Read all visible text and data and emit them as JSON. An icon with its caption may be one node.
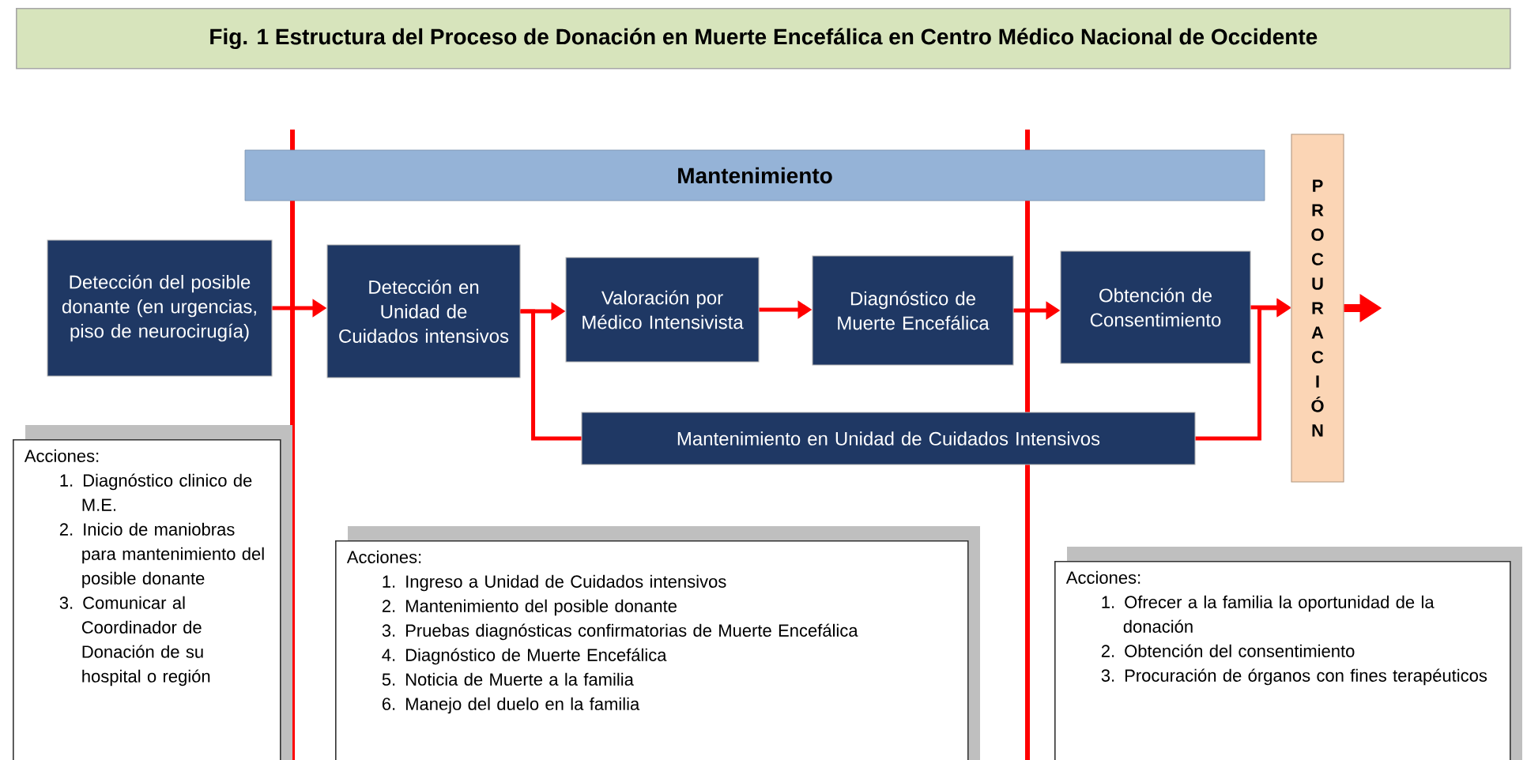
{
  "diagram": {
    "title": "Fig. 1 Estructura del Proceso de Donación en Muerte Encefálica en Centro Médico Nacional de Occidente",
    "nodes": [
      {
        "text": [
          "Mantenimiento"
        ]
      },
      {
        "text": [
          "Detección del posible donante (en urgencias, piso de neurocirugía)"
        ]
      },
      {
        "text": [
          "Detección en Unidad de Cuidados intensivos"
        ]
      },
      {
        "text": [
          "Valoración por Médico Intensivista"
        ]
      },
      {
        "text": [
          "Diagnóstico de Muerte Encefálica"
        ]
      },
      {
        "text": [
          "Obtención de Consentimiento"
        ]
      },
      {
        "text": [
          "PROCURACIÓN"
        ]
      },
      {
        "text": [
          "Mantenimiento en Unidad de Cuidados Intensivos"
        ]
      },
      {
        "text": [
          "Acciones:",
          "1. Diagnóstico clinico de M.E.",
          "2. Inicio de maniobras para mantenimiento del posible donante",
          "3. Comunicar al Coordinador de Donación de su hospital o región"
        ]
      },
      {
        "text": [
          "Acciones:",
          "1. Ingreso a Unidad de Cuidados intensivos",
          "2. Mantenimiento del posible donante",
          "3. Pruebas diagnósticas confirmatorias de Muerte Encefálica",
          "4. Diagnóstico de Muerte Encefálica",
          "5. Noticia de Muerte a la familia",
          "6. Manejo del duelo en la familia"
        ]
      },
      {
        "text": [
          "Acciones:",
          "1. Ofrecer a la familia la oportunidad de la donación",
          "2. Obtención del consentimiento",
          "3. Procuración de órganos con fines terapéuticos"
        ]
      }
    ],
    "edges": [
      {
        "from": 1,
        "to": 2,
        "arrow": "to"
      },
      {
        "from": 2,
        "to": 3,
        "arrow": "to"
      },
      {
        "from": 3,
        "to": 4,
        "arrow": "to"
      },
      {
        "from": 4,
        "to": 5,
        "arrow": "to"
      },
      {
        "from": 5,
        "to": 6,
        "arrow": "to"
      },
      {
        "from": 6,
        "to": null,
        "arrow": "to",
        "style": "thick"
      },
      {
        "from": 2,
        "to": 7,
        "arrow": "none"
      },
      {
        "from": 7,
        "to": 6,
        "arrow": "to"
      }
    ]
  }
}
